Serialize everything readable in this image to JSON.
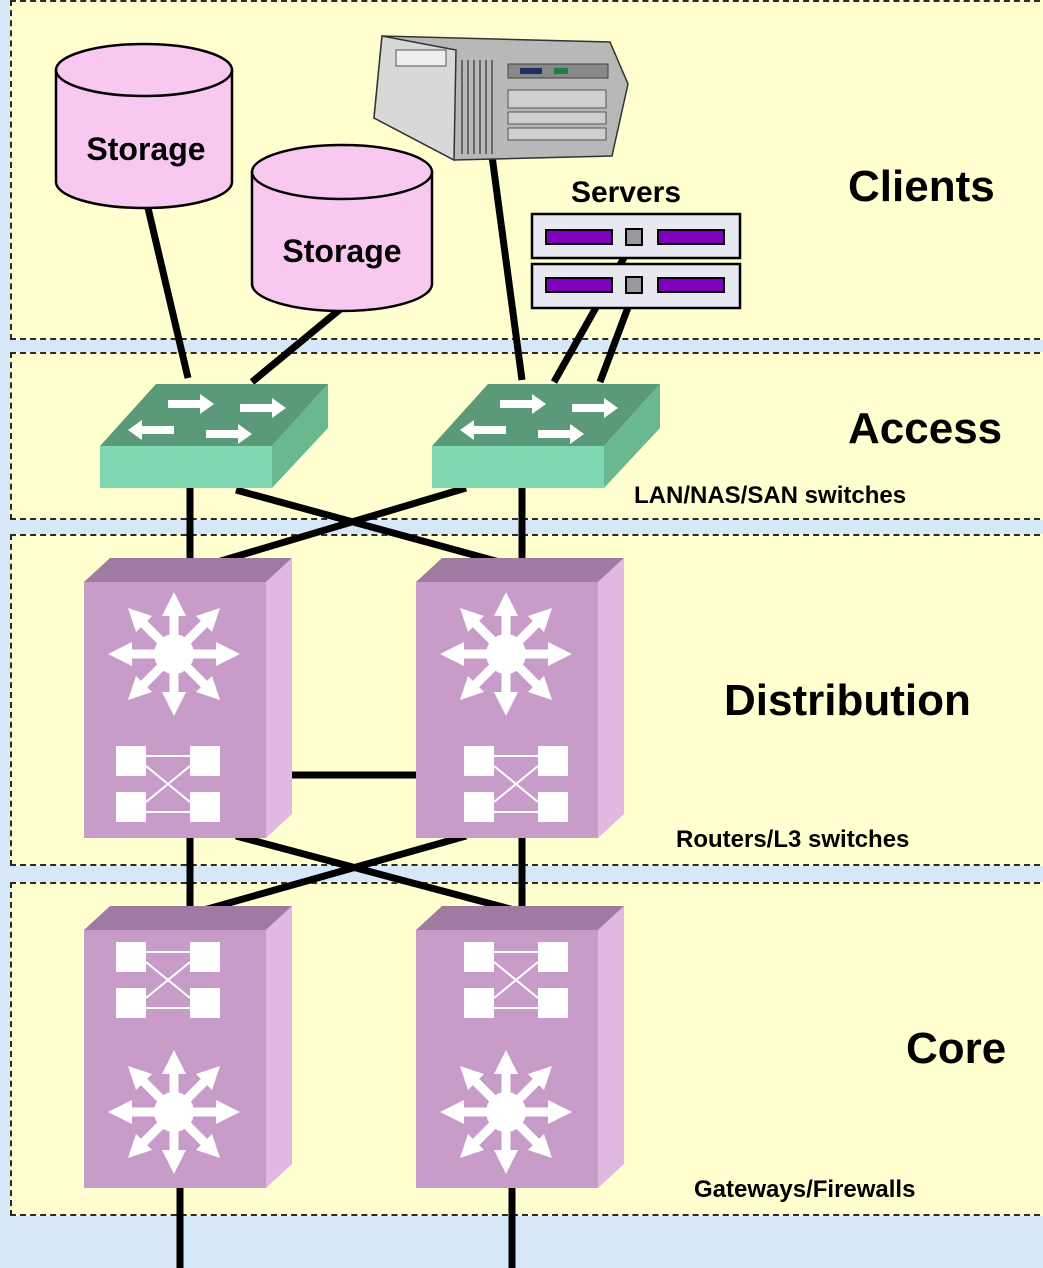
{
  "layers": {
    "clients": {
      "title": "Clients",
      "caption": ""
    },
    "access": {
      "title": "Access",
      "caption": "LAN/NAS/SAN switches"
    },
    "distribution": {
      "title": "Distribution",
      "caption": "Routers/L3 switches"
    },
    "core": {
      "title": "Core",
      "caption": "Gateways/Firewalls"
    }
  },
  "devices": {
    "storage_1": "Storage",
    "storage_2": "Storage",
    "servers": "Servers"
  },
  "colors": {
    "layer_fill": "#ffffd0",
    "background": "#d6e8f8",
    "storage": "#f8c8f0",
    "switch_top": "#5a9a78",
    "switch_front": "#80d8b0",
    "router_front": "#c89cc8",
    "router_side": "#e0b8e0",
    "router_top": "#a07aa0"
  }
}
